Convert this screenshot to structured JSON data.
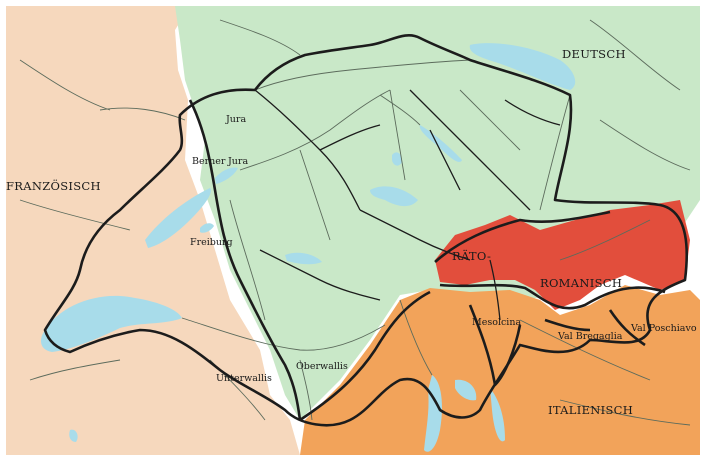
{
  "colors": {
    "french": "#f6d8bd",
    "german": "#c9e8c8",
    "romansh": "#e24e3c",
    "italian": "#f2a35a",
    "lake": "#a8dcea",
    "river": "#5c6b5c",
    "border": "#1c1c1c",
    "outer": "#ffffff"
  },
  "labels": {
    "deutsch": "DEUTSCH",
    "franzoesisch": "FRANZÖSISCH",
    "rato": "RÄTO-",
    "romanisch": "ROMANISCH",
    "italienisch": "ITALIENISCH",
    "jura": "Jura",
    "berner": "Berner",
    "berner_jura": "Jura",
    "freiburg": "Freiburg",
    "unterwallis": "Unterwallis",
    "oberwallis": "Oberwallis",
    "mesolcina": "Mesolcina",
    "val_bregaglia": "Val Bregaglia",
    "val_poschiavo": "Val Poschiavo"
  }
}
